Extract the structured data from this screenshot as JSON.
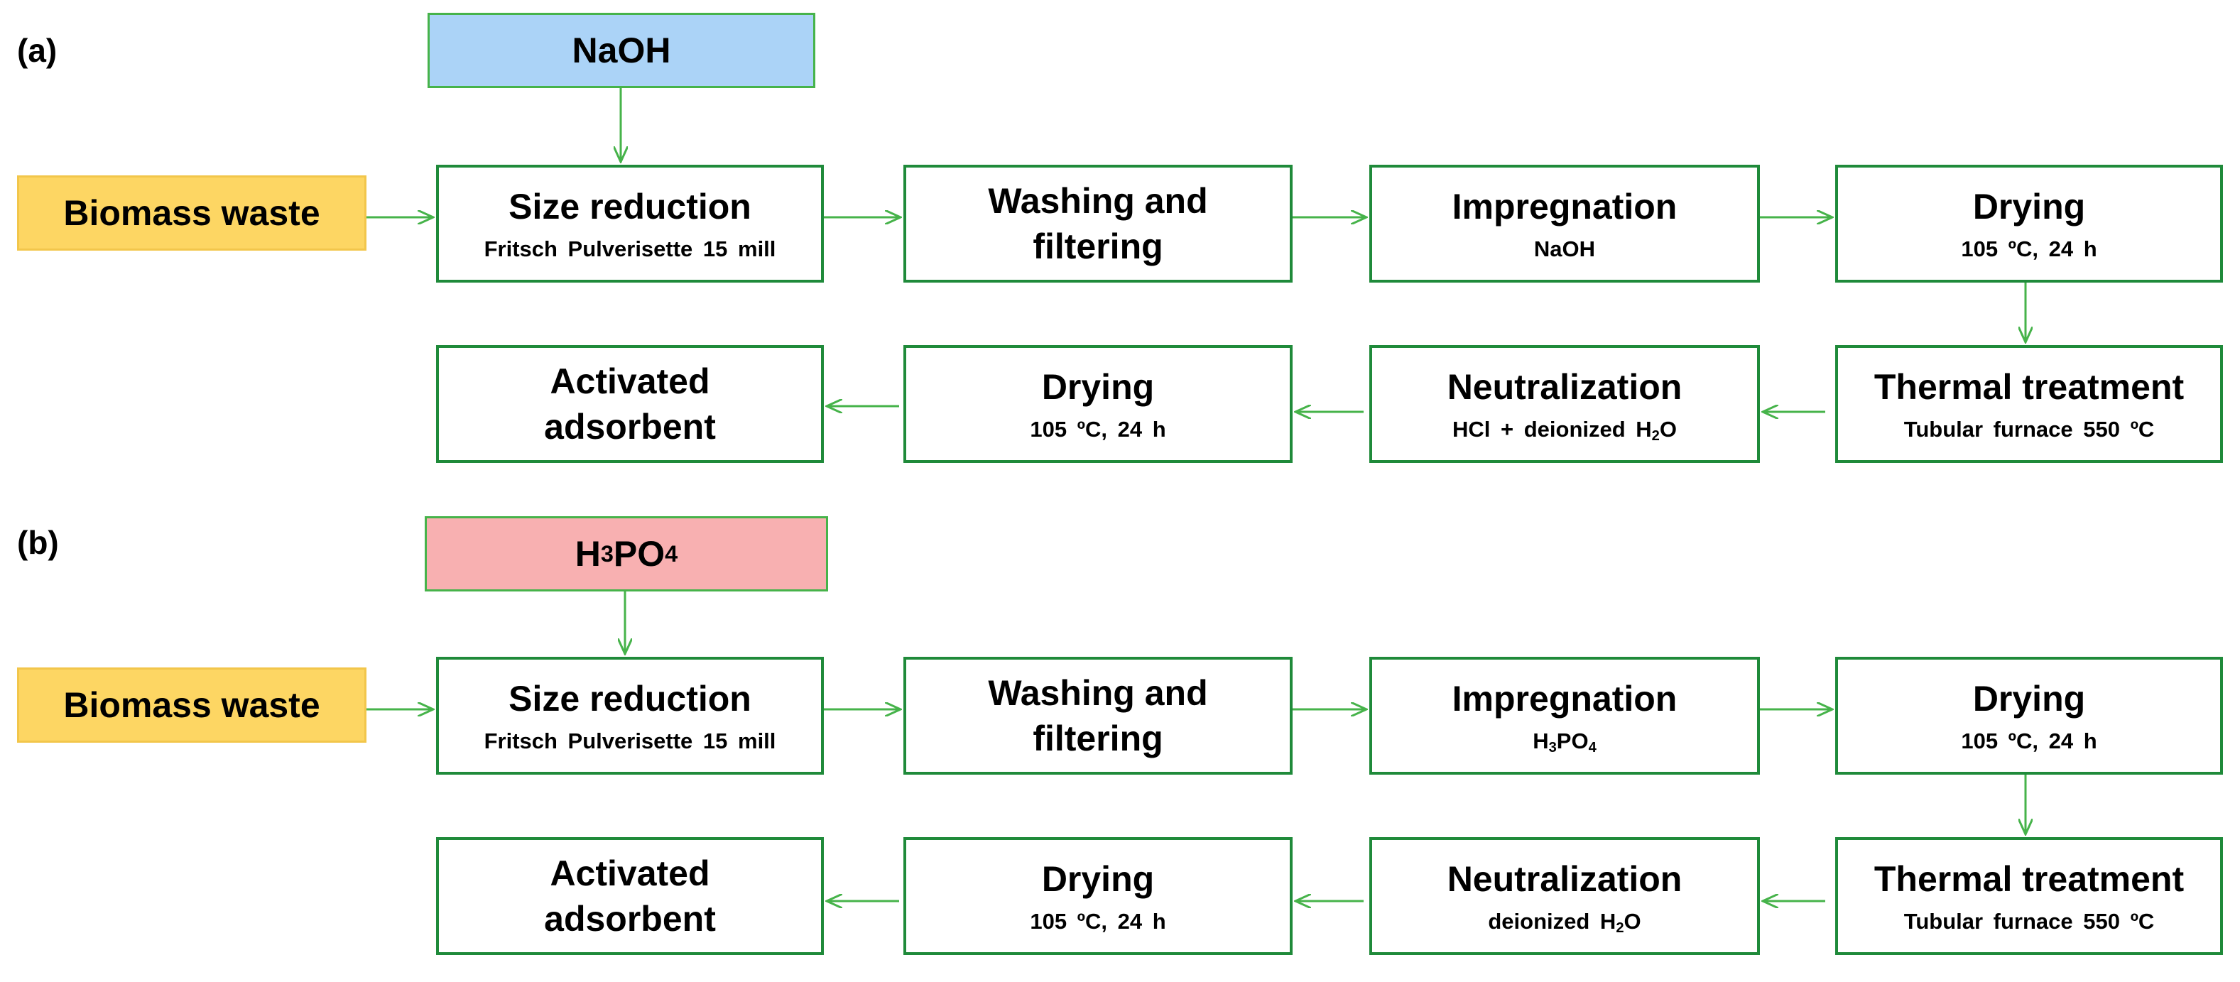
{
  "panels": [
    {
      "id": "a",
      "label": "(a)",
      "reagent": [
        "NaOH",
        "",
        ""
      ],
      "input": "Biomass waste",
      "steps": [
        {
          "title": [
            "Size reduction"
          ],
          "sub": [
            "Fritsch Pulverisette 15 mill",
            "",
            ""
          ]
        },
        {
          "title": [
            "Washing and",
            "filtering"
          ],
          "sub": [
            "",
            "",
            ""
          ]
        },
        {
          "title": [
            "Impregnation"
          ],
          "sub": [
            "NaOH",
            "",
            ""
          ]
        },
        {
          "title": [
            "Drying"
          ],
          "sub": [
            "105 ºC, 24 h",
            "",
            ""
          ]
        },
        {
          "title": [
            "Thermal treatment"
          ],
          "sub": [
            "Tubular furnace 550 ºC",
            "",
            ""
          ]
        },
        {
          "title": [
            "Neutralization"
          ],
          "sub": [
            "HCl + deionized H",
            "2",
            "O"
          ]
        },
        {
          "title": [
            "Drying"
          ],
          "sub": [
            "105 ºC, 24 h",
            "",
            ""
          ]
        },
        {
          "title": [
            "Activated",
            "adsorbent"
          ],
          "sub": [
            "",
            "",
            ""
          ]
        }
      ]
    },
    {
      "id": "b",
      "label": "(b)",
      "reagent": [
        "H",
        "3",
        "PO",
        "4"
      ],
      "input": "Biomass waste",
      "steps": [
        {
          "title": [
            "Size reduction"
          ],
          "sub": [
            "Fritsch Pulverisette 15 mill",
            "",
            "",
            ""
          ]
        },
        {
          "title": [
            "Washing and",
            "filtering"
          ],
          "sub": [
            "",
            "",
            "",
            ""
          ]
        },
        {
          "title": [
            "Impregnation"
          ],
          "sub": [
            "H",
            "3",
            "PO",
            "4"
          ]
        },
        {
          "title": [
            "Drying"
          ],
          "sub": [
            "105 ºC, 24 h",
            "",
            "",
            ""
          ]
        },
        {
          "title": [
            "Thermal treatment"
          ],
          "sub": [
            "Tubular furnace 550 ºC",
            "",
            "",
            ""
          ]
        },
        {
          "title": [
            "Neutralization"
          ],
          "sub": [
            "deionized H",
            "2",
            "O",
            ""
          ]
        },
        {
          "title": [
            "Drying"
          ],
          "sub": [
            "105 ºC, 24 h",
            "",
            "",
            ""
          ]
        },
        {
          "title": [
            "Activated",
            "adsorbent"
          ],
          "sub": [
            "",
            "",
            "",
            ""
          ]
        }
      ]
    }
  ],
  "colors": {
    "arrow": "#46b34a",
    "box_border": "#1f8a3a",
    "naoh_fill": "#abd3f7",
    "h3po4_fill": "#f8b0b1",
    "input_fill": "#fdd663"
  }
}
